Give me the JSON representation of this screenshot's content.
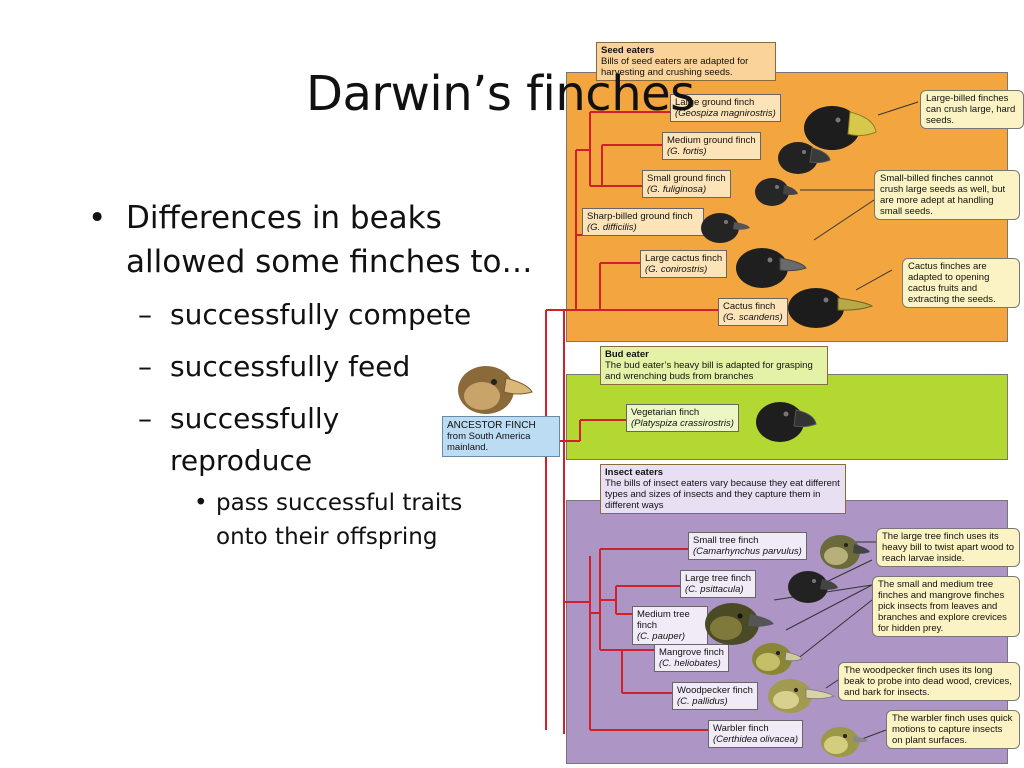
{
  "slide": {
    "title": "Darwin’s finches",
    "bullets": [
      {
        "text": "Differences in beaks allowed some finches to…"
      },
      {
        "text": "successfully compete"
      },
      {
        "text": "successfully feed"
      },
      {
        "text": "successfully reproduce"
      },
      {
        "text": "pass successful traits onto their offspring"
      }
    ]
  },
  "diagram": {
    "ancestor": {
      "title": "ANCESTOR FINCH",
      "text": "from South America mainland."
    },
    "seed_eaters": {
      "title": "Seed eaters",
      "description": "Bills of seed eaters are adapted for harvesting and crushing seeds.",
      "finches": [
        {
          "name": "Large ground finch",
          "latin": "(Geospiza magnirostris)"
        },
        {
          "name": "Medium ground finch",
          "latin": "(G. fortis)"
        },
        {
          "name": "Small ground finch",
          "latin": "(G. fuliginosa)"
        },
        {
          "name": "Sharp-billed ground finch",
          "latin": "(G. difficilis)"
        },
        {
          "name": "Large cactus finch",
          "latin": "(G. conirostris)"
        },
        {
          "name": "Cactus finch",
          "latin": "(G. scandens)"
        }
      ],
      "notes": [
        "Large-billed finches can crush large, hard seeds.",
        "Small-billed finches cannot crush large seeds as well, but are more adept at handling small seeds.",
        "Cactus finches are adapted to opening cactus fruits and extracting the seeds."
      ]
    },
    "bud_eater": {
      "title": "Bud eater",
      "description": "The bud eater’s heavy bill is adapted for grasping and wrenching buds from branches",
      "finches": [
        {
          "name": "Vegetarian finch",
          "latin": "(Platyspiza crassirostris)"
        }
      ]
    },
    "insect_eaters": {
      "title": "Insect eaters",
      "description": "The bills of insect eaters vary because they eat different types and sizes of insects and they capture them in different ways",
      "finches": [
        {
          "name": "Small tree finch",
          "latin": "(Camarhynchus parvulus)"
        },
        {
          "name": "Large tree finch",
          "latin": "(C. psittacula)"
        },
        {
          "name": "Medium tree finch",
          "latin": "(C. pauper)"
        },
        {
          "name": "Mangrove finch",
          "latin": "(C. heliobates)"
        },
        {
          "name": "Woodpecker finch",
          "latin": "(C. pallidus)"
        },
        {
          "name": "Warbler finch",
          "latin": "(Certhidea olivacea)"
        }
      ],
      "notes": [
        "The large tree finch uses its heavy bill to twist apart wood to reach larvae inside.",
        "The small and medium tree finches and mangrove finches pick insects from leaves and branches and explore crevices for hidden prey.",
        "The woodpecker finch uses its long beak to probe into dead wood, crevices, and bark for insects.",
        "The warbler finch uses quick motions to capture insects on plant surfaces."
      ]
    }
  },
  "colors": {
    "seed_panel": "#f3a640",
    "bud_panel": "#b3d832",
    "insect_panel": "#ad95c6",
    "tree_lines": "#d0202a",
    "ancestor_box": "#bcdcf4"
  }
}
